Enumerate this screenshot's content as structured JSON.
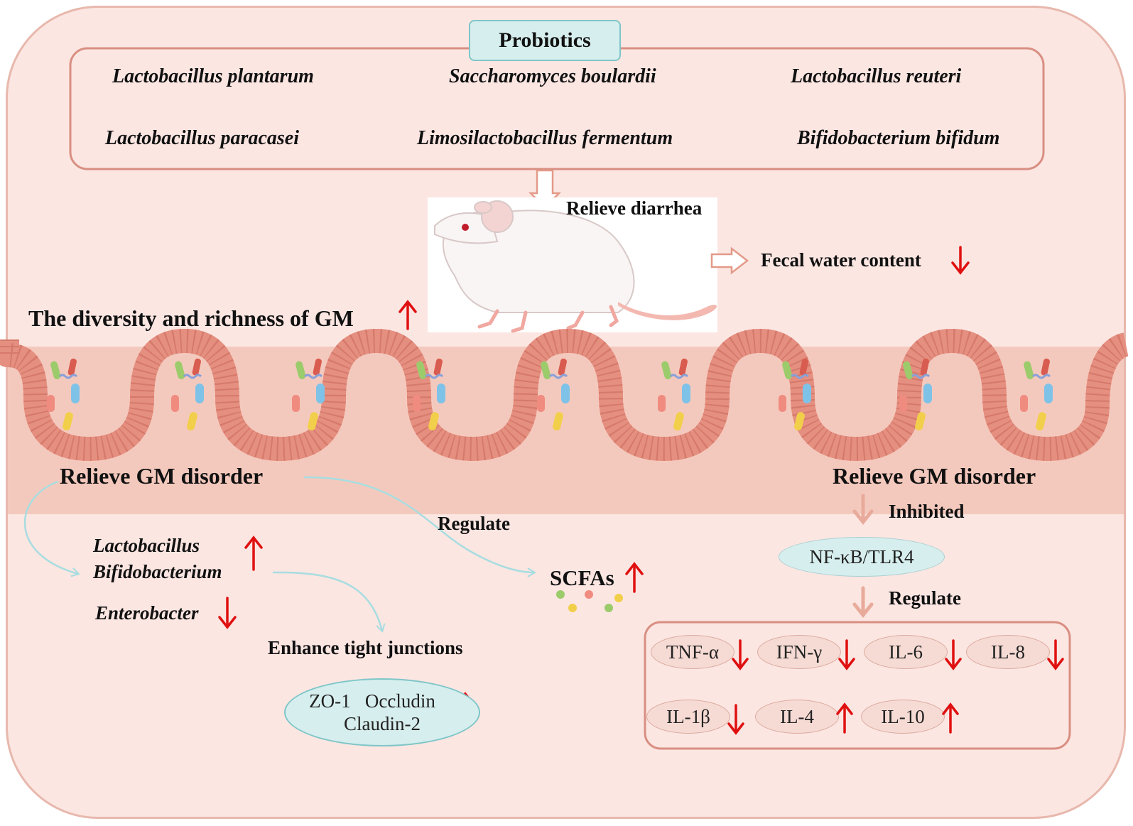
{
  "probiotics": {
    "title": "Probiotics",
    "species": [
      "Lactobacillus plantarum",
      "Saccharomyces boulardii",
      "Lactobacillus reuteri",
      "Lactobacillus paracasei",
      "Limosilactobacillus fermentum",
      "Bifidobacterium bifidum"
    ]
  },
  "relieve_diarrhea": "Relieve diarrhea",
  "fecal_water": "Fecal water content",
  "gm_diversity": "The diversity and richness of GM",
  "left_panel": {
    "heading": "Relieve GM disorder",
    "regulate": "Regulate",
    "bacteria_up": [
      "Lactobacillus",
      "Bifidobacterium"
    ],
    "bacteria_down": "Enterobacter",
    "scfas": "SCFAs",
    "tight_junctions": "Enhance tight junctions",
    "tj_line1": "ZO-1   Occludin",
    "tj_line2": "Claudin-2"
  },
  "right_panel": {
    "heading": "Relieve GM disorder",
    "inhibited": "Inhibited",
    "pathway": "NF-κB/TLR4",
    "regulate": "Regulate",
    "cytokines": [
      {
        "name": "TNF-α",
        "trend": "down"
      },
      {
        "name": "IFN-γ",
        "trend": "down"
      },
      {
        "name": "IL-6",
        "trend": "down"
      },
      {
        "name": "IL-8",
        "trend": "down"
      },
      {
        "name": "IL-1β",
        "trend": "down"
      },
      {
        "name": "IL-4",
        "trend": "up"
      },
      {
        "name": "IL-10",
        "trend": "up"
      }
    ]
  },
  "colors": {
    "background": "#fbe6e2",
    "intestine": "#e58f80",
    "arrow_red": "#e01010",
    "teal_box": "#d7eeee",
    "teal_line": "#a8dde0",
    "flow_arrow": "#e8aa9a"
  }
}
